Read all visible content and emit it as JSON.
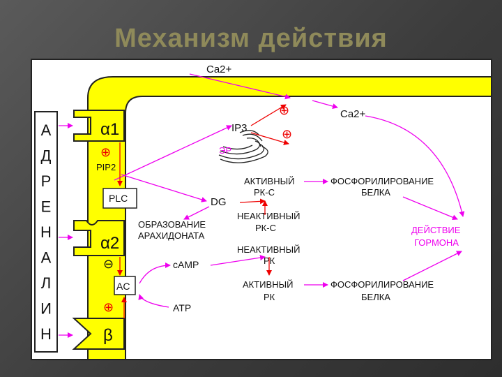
{
  "title": "Механизм действия",
  "left_label": [
    "А",
    "Д",
    "Р",
    "Е",
    "Н",
    "А",
    "Л",
    "И",
    "Н"
  ],
  "receptors": {
    "alpha1": "α1",
    "alpha2": "α2",
    "beta": "β"
  },
  "signs": {
    "plus": "⊕",
    "minus": "⊖"
  },
  "labels": {
    "ca_top": "Ca2+",
    "ca_right": "Ca2+",
    "ip3": "IP3",
    "er": "ЭР",
    "pip2": "PIP2",
    "plc": "PLC",
    "dg": "DG",
    "active_pkc_1": "АКТИВНЫЙ",
    "active_pkc_2": "РК-С",
    "phos1_1": "ФОСФОРИЛИРОВАНИЕ",
    "phos1_2": "БЕЛКА",
    "inactive_pkc_1": "НЕАКТИВНЫЙ",
    "inactive_pkc_2": "РК-С",
    "arach_1": "ОБРАЗОВАНИЕ",
    "arach_2": "АРАХИДОНАТА",
    "hormone_1": "ДЕЙСТВИЕ",
    "hormone_2": "ГОРМОНА",
    "inactive_pk_1": "НЕАКТИВНЫЙ",
    "inactive_pk_2": "РК",
    "camp": "cAMP",
    "ac": "AC",
    "atp": "ATP",
    "active_pk_1": "АКТИВНЫЙ",
    "active_pk_2": "РК",
    "phos2_1": "ФОСФОРИЛИРОВАНИЕ",
    "phos2_2": "БЕЛКА"
  },
  "colors": {
    "membrane": "#ffff00",
    "arrow": "#ee00ee",
    "red": "#ee0000",
    "hormone": "#ee00ee"
  }
}
